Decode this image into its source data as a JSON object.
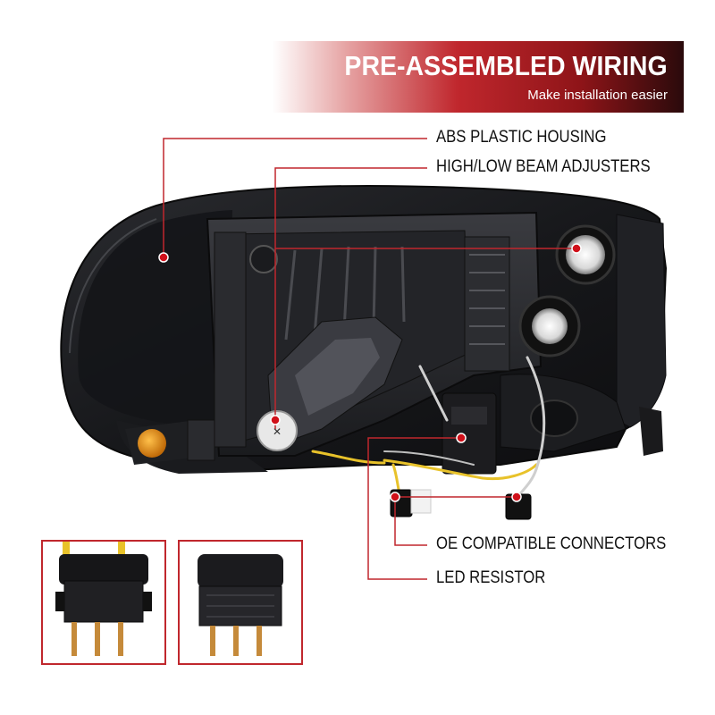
{
  "banner": {
    "title": "PRE-ASSEMBLED WIRING",
    "subtitle": "Make installation easier"
  },
  "callouts": {
    "housing": "ABS PLASTIC HOUSING",
    "adjusters": "HIGH/LOW BEAM ADJUSTERS",
    "connectors": "OE COMPATIBLE CONNECTORS",
    "resistor": "LED RESISTOR"
  },
  "colors": {
    "accent": "#c0272d",
    "housing": "#1c1d20",
    "wire_yellow": "#e8c22a",
    "amber": "#e89a1a"
  },
  "icons": {
    "callout_dot": "red-dot-marker",
    "inset_left": "connector-plug-icon",
    "inset_right": "connector-plug-icon"
  }
}
